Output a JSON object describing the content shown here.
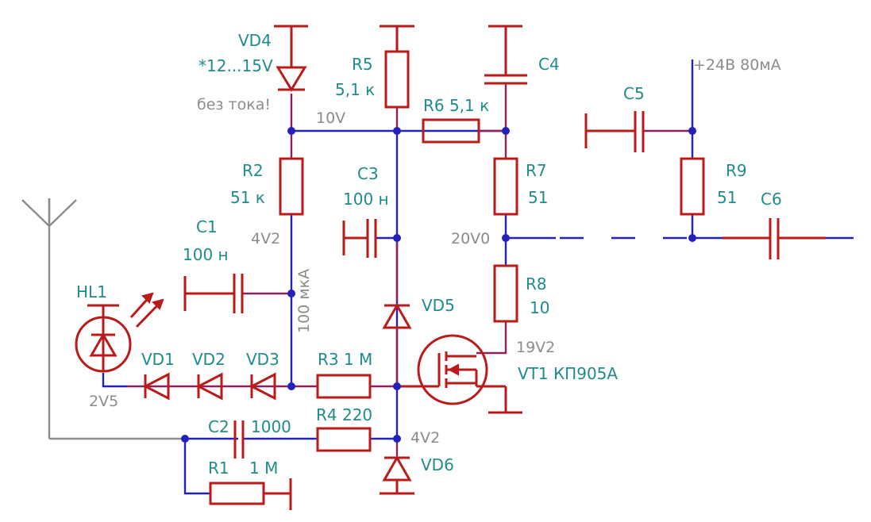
{
  "labels": {
    "vd4": "VD4",
    "vd4_note": "*12...15V",
    "no_current": "без тока!",
    "r5": "R5",
    "r5_val": "5,1 к",
    "c4": "C4",
    "supply": "+24В 80мА",
    "c5": "C5",
    "r6": "R6 5,1 к",
    "v10": "10V",
    "r2": "R2",
    "r2_val": "51 к",
    "c3": "C3",
    "c3_val": "100 н",
    "r7": "R7",
    "r7_val": "51",
    "r9": "R9",
    "r9_val": "51",
    "c6": "C6",
    "c1": "C1",
    "c1_val": "100 н",
    "v4v2_top": "4V2",
    "v20v0": "20V0",
    "i100": "100 мкА",
    "hl1": "HL1",
    "r8": "R8",
    "r8_val": "10",
    "vd5": "VD5",
    "v19v2": "19V2",
    "vt1": "VT1 КП905А",
    "vd1": "VD1",
    "vd2": "VD2",
    "vd3": "VD3",
    "r3": "R3 1 М",
    "v2v5": "2V5",
    "c2": "C2",
    "c2_val": "1000",
    "r4": "R4 220",
    "v4v2_bot": "4V2",
    "vd6": "VD6",
    "r1": "R1",
    "r1_val": "1 М"
  },
  "colors": {
    "wire": "#2222bb",
    "component": "#bb1a1a",
    "label": "#1f8b8b",
    "note": "#8c8c8c",
    "lead": "#8b1f5f"
  }
}
